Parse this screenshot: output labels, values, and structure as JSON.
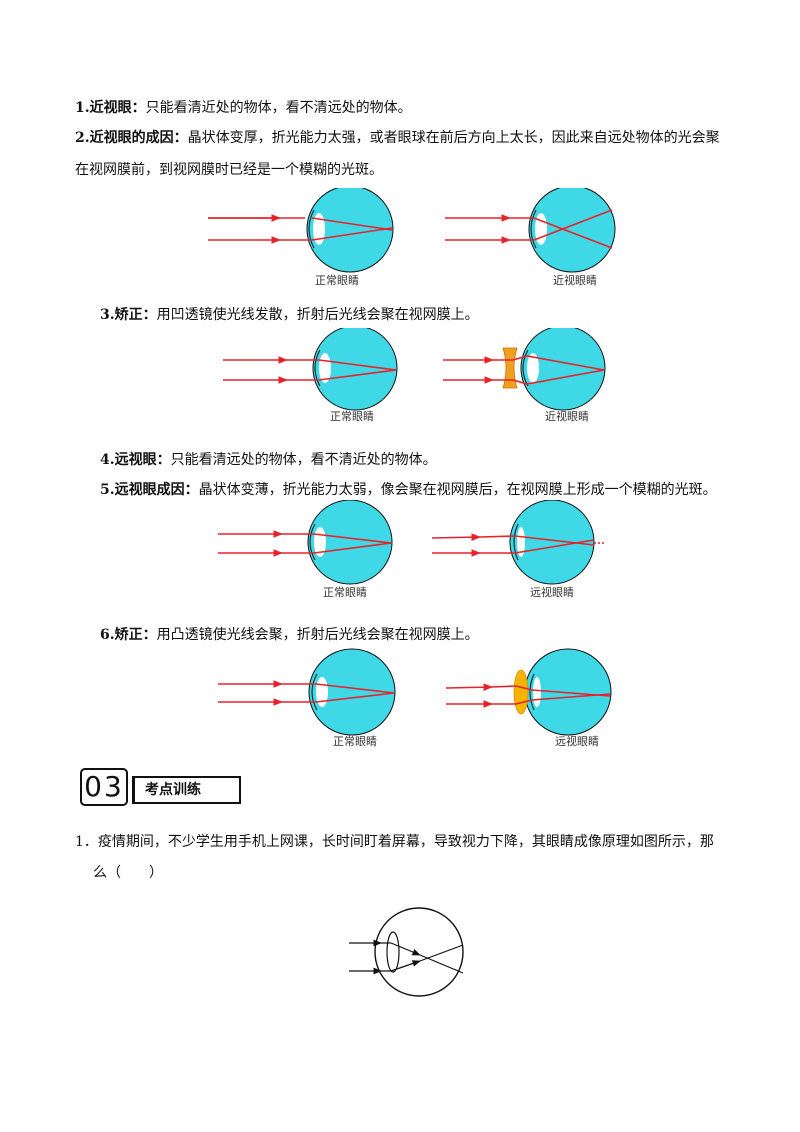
{
  "section1": {
    "s1_label": "1.近视眼：",
    "s1_text": "只能看清近处的物体，看不清远处的物体。",
    "s2_label": "2.近视眼的成因：",
    "s2_text_a": "晶状体变厚，折光能力太强，或者眼球在前后方向上太长，因此来自远处物体的光会聚",
    "s2_text_b": "在视网膜前，到视网膜时已经是一个模糊的光斑。",
    "fig1_cap_left": "正常眼睛",
    "fig1_cap_right": "近视眼睛",
    "s3_label": "3.矫正：",
    "s3_text": "用凹透镜使光线发散，折射后光线会聚在视网膜上。",
    "fig2_cap_left": "正常眼睛",
    "fig2_cap_right": "近视眼睛",
    "s4_label": "4.远视眼：",
    "s4_text": "只能看清远处的物体，看不清近处的物体。",
    "s5_label": "5.远视眼成因：",
    "s5_text": "晶状体变薄，折光能力太弱，像会聚在视网膜后，在视网膜上形成一个模糊的光斑。",
    "fig3_cap_left": "正常眼睛",
    "fig3_cap_right": "远视眼睛",
    "s6_label": "6.矫正：",
    "s6_text": "用凸透镜使光线会聚，折射后光线会聚在视网膜上。",
    "fig4_cap_left": "正常眼睛",
    "fig4_cap_right": "远视眼睛"
  },
  "section_badge": {
    "number": "03",
    "title": "考点训练"
  },
  "question1": {
    "line_a": "1．疫情期间，不少学生用手机上网课，长时间盯着屏幕，导致视力下降，其眼睛成像原理如图所示，那",
    "line_b": "么（　　）"
  },
  "colors": {
    "eye_fill": "#3fd8e6",
    "ray": "#e8222a",
    "concave_lens": "#f0a020",
    "convex_lens": "#f5b400"
  }
}
